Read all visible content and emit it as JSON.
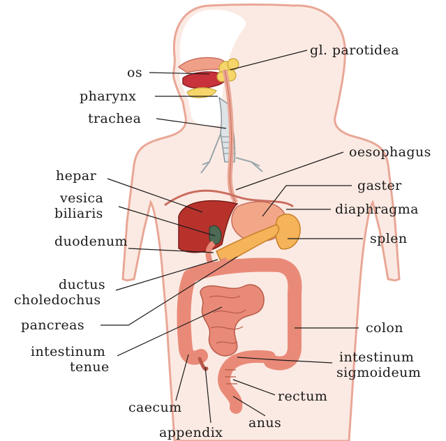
{
  "colors": {
    "skin_outline": "#e9a796",
    "skin_fill": "#fbeae3",
    "liver": "#b8322c",
    "stomach": "#f2a888",
    "pancreas": "#f5b35a",
    "spleen": "#f5b35a",
    "intestine": "#e98a78",
    "gland": "#f6d66a",
    "tongue": "#c8323a",
    "gallbladder": "#4c6a54"
  },
  "icons": [
    "body-silhouette",
    "organ-illustrations"
  ],
  "labels": {
    "gl_parotidea": "gl. parotidea",
    "os": "os",
    "pharynx": "pharynx",
    "trachea": "trachea",
    "oesophagus": "oesophagus",
    "hepar": "hepar",
    "gaster": "gaster",
    "vesica_1": "vesica",
    "vesica_2": "biliaris",
    "diaphragma": "diaphragma",
    "splen": "splen",
    "duodenum": "duodenum",
    "ductus_1": "ductus",
    "ductus_2": "choledochus",
    "pancreas": "pancreas",
    "colon": "colon",
    "int_tenue_1": "intestinum",
    "int_tenue_2": "tenue",
    "int_sig_1": "intestinum",
    "int_sig_2": "sigmoideum",
    "rectum": "rectum",
    "caecum": "caecum",
    "anus": "anus",
    "appendix": "appendix"
  }
}
